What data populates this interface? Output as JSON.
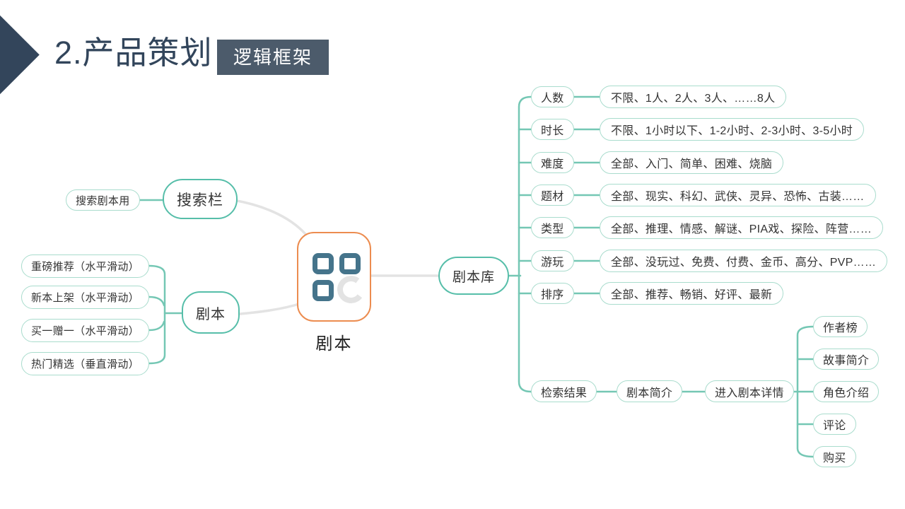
{
  "header": {
    "title": "2.产品策划",
    "badge": "逻辑框架"
  },
  "center": {
    "label": "剧本",
    "icon": "app-grid-icon"
  },
  "left": {
    "search_note": "搜索剧本用",
    "search_bar": "搜索栏",
    "script_node": "剧本",
    "script_children": [
      "重磅推荐（水平滑动）",
      "新本上架（水平滑动）",
      "买一赠一（水平滑动）",
      "热门精选（垂直滑动）"
    ]
  },
  "right": {
    "library_node": "剧本库",
    "filters": [
      {
        "label": "人数",
        "values": "不限、1人、2人、3人、……8人"
      },
      {
        "label": "时长",
        "values": "不限、1小时以下、1-2小时、2-3小时、3-5小时"
      },
      {
        "label": "难度",
        "values": "全部、入门、简单、困难、烧脑"
      },
      {
        "label": "题材",
        "values": "全部、现实、科幻、武侠、灵异、恐怖、古装……"
      },
      {
        "label": "类型",
        "values": "全部、推理、情感、解谜、PIA戏、探险、阵营……"
      },
      {
        "label": "游玩",
        "values": "全部、没玩过、免费、付费、金币、高分、PVP……"
      },
      {
        "label": "排序",
        "values": "全部、推荐、畅销、好评、最新"
      }
    ],
    "result_chain": [
      "检索结果",
      "剧本简介",
      "进入剧本详情"
    ],
    "detail_items": [
      "作者榜",
      "故事简介",
      "角色介绍",
      "评论",
      "购买"
    ]
  },
  "colors": {
    "title_dark": "#32455B",
    "badge_bg": "#4C5B6B",
    "teal_border": "#56BEA9",
    "teal_line": "#74C7B4",
    "light_green_border": "#A9DCCD",
    "gray_line": "#E3E3E3",
    "icon_orange": "#EC8C4F",
    "icon_square": "#45748B"
  }
}
